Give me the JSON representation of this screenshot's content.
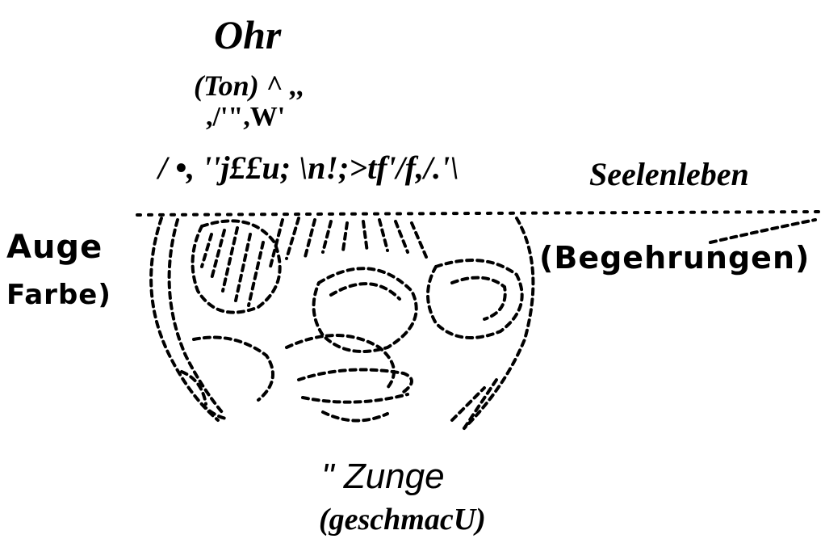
{
  "labels": {
    "ohr": "Ohr",
    "ton_line": "(Ton)    ^  ,,",
    "ocr_line_1": ",/'\",W'",
    "ocr_line_2": "/        •, ''j££u;   \\n!;>tf'/f,/.'\\",
    "seelenleben": "Seelenleben",
    "auge": "Auge",
    "farbe": "Farbe)",
    "begehrungen": "(Begehrungen)",
    "zunge": "\" Zunge",
    "geschmack": "(geschmacU)"
  },
  "colors": {
    "ink": "#000000",
    "paper": "#ffffff"
  }
}
